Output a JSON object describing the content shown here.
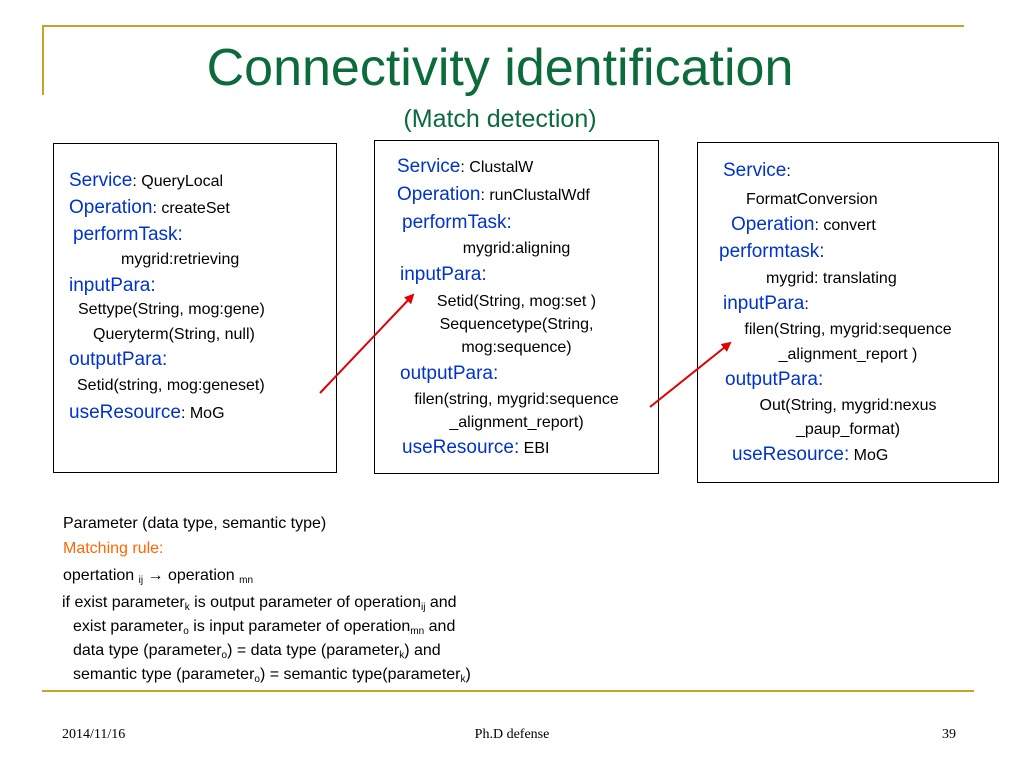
{
  "title": "Connectivity identification",
  "subtitle": "(Match detection)",
  "boxes": [
    {
      "service_key": "Service",
      "service_sep": ":",
      "service_val": " QueryLocal",
      "operation_key": "Operation",
      "operation_sep": ":",
      "operation_val": " createSet",
      "task_key": "performTask:",
      "task_val": "mygrid:retrieving",
      "input_key": "inputPara:",
      "input_1": "Settype(String, mog:gene)",
      "input_2": "Queryterm(String, null)",
      "output_key": "outputPara:",
      "output_1": "Setid(string, mog:geneset)",
      "resource_key": "useResource",
      "resource_sep": ":",
      "resource_val": " MoG"
    },
    {
      "service_key": "Service",
      "service_sep": ":",
      "service_val": " ClustalW",
      "operation_key": "Operation",
      "operation_sep": ":",
      "operation_val": " runClustalWdf",
      "task_key": "performTask:",
      "task_val": "mygrid:aligning",
      "input_key": "inputPara:",
      "input_1": "Setid(String, mog:set )",
      "input_2": "Sequencetype(String,",
      "input_3": "mog:sequence)",
      "output_key": "outputPara:",
      "output_1": "filen(string, mygrid:sequence",
      "output_2": "_alignment_report)",
      "resource_key": "useResource:",
      "resource_val": " EBI"
    },
    {
      "service_key": "Service",
      "service_sep": ":",
      "service_val": "FormatConversion",
      "operation_key": "Operation",
      "operation_sep": ":",
      "operation_val": " convert",
      "task_key": "performtask:",
      "task_val": "mygrid: translating",
      "input_key": "inputPara",
      "input_sep": ":",
      "input_1": "filen(String, mygrid:sequence",
      "input_2": "_alignment_report )",
      "output_key": "outputPara:",
      "output_1": "Out(String, mygrid:nexus",
      "output_2": "_paup_format)",
      "resource_key": "useResource:",
      "resource_val": " MoG"
    }
  ],
  "rule": {
    "parameter_line": "Parameter (data type, semantic type)",
    "matching_rule": "Matching rule:",
    "op_a": "opertation",
    "op_a_sub": "ij",
    "arrow": " → ",
    "op_b": "operation",
    "op_b_sub": "mn",
    "l1_a": "if exist parameter",
    "l1_sub1": "k",
    "l1_b": " is output parameter of operation",
    "l1_sub2": "ij",
    "l1_c": " and",
    "l2_a": "exist parameter",
    "l2_sub1": "o",
    "l2_b": " is input parameter of operation",
    "l2_sub2": "mn",
    "l2_c": " and",
    "l3_a": "data type (parameter",
    "l3_sub1": "o",
    "l3_b": ") = data type (parameter",
    "l3_sub2": "k",
    "l3_c": ") and",
    "l4_a": "semantic type (parameter",
    "l4_sub1": "o",
    "l4_b": ") = semantic type(parameter",
    "l4_sub2": "k",
    "l4_c": ")"
  },
  "footer": {
    "date": "2014/11/16",
    "center": "Ph.D defense",
    "page": "39"
  },
  "colors": {
    "title": "#0b6b3a",
    "keyword": "#0033cc",
    "rule_label": "#ff6600",
    "accent_rule": "#c9a227",
    "arrow": "#e00000"
  }
}
